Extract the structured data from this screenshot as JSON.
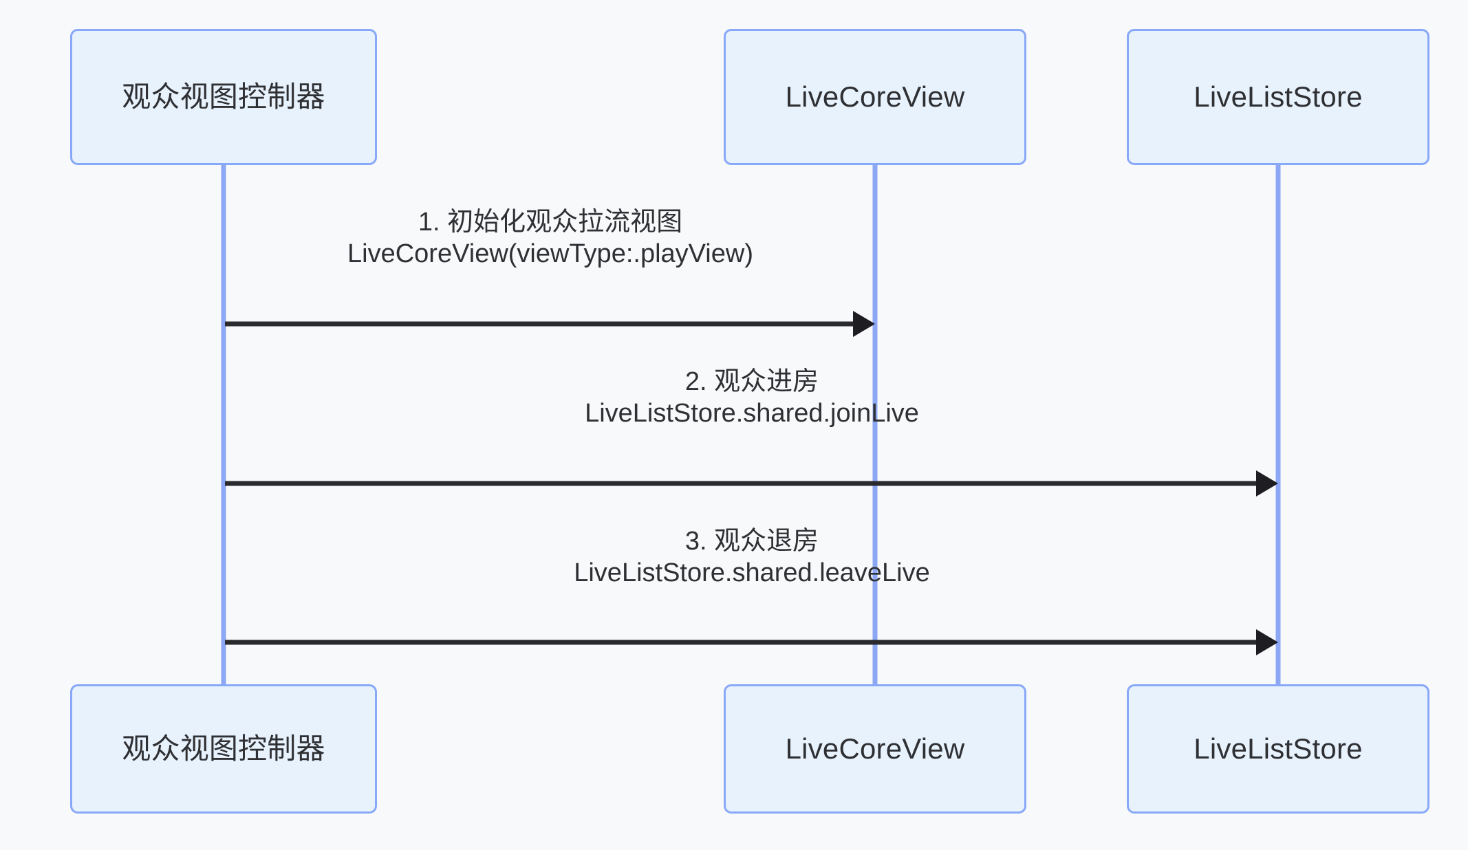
{
  "diagram": {
    "type": "sequence-diagram",
    "background_color": "#f8f9fb",
    "box_fill_color": "#e8f2fd",
    "box_border_color": "#88a8f8",
    "lifeline_color": "#8ca8f5",
    "arrow_color": "#2a2a2e",
    "text_color": "#2f3033"
  },
  "participants": [
    {
      "id": "audience-view-controller",
      "label": "观众视图控制器"
    },
    {
      "id": "live-core-view",
      "label": "LiveCoreView"
    },
    {
      "id": "live-list-store",
      "label": "LiveListStore"
    }
  ],
  "messages": [
    {
      "number": "1.",
      "title": "1. 初始化观众拉流视图",
      "detail": "LiveCoreView(viewType:.playView)",
      "from": "观众视图控制器",
      "to": "LiveCoreView",
      "direction": "right",
      "style": "solid"
    },
    {
      "number": "2.",
      "title": "2. 观众进房",
      "detail": "LiveListStore.shared.joinLive",
      "from": "观众视图控制器",
      "to": "LiveListStore",
      "direction": "right",
      "style": "solid"
    },
    {
      "number": "3.",
      "title": "3. 观众退房",
      "detail": "LiveListStore.shared.leaveLive",
      "from": "观众视图控制器",
      "to": "LiveListStore",
      "direction": "right",
      "style": "solid"
    }
  ]
}
